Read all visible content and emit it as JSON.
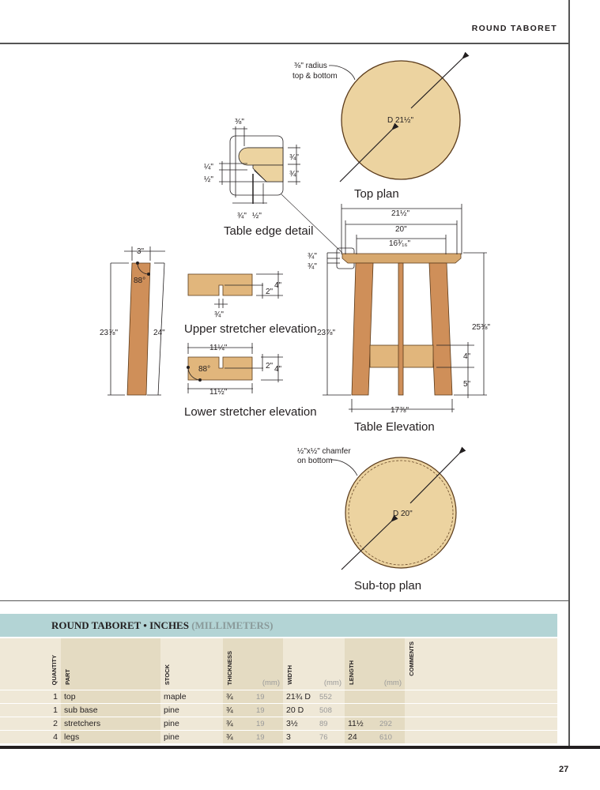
{
  "header": {
    "title": "ROUND TABORET"
  },
  "drawings": {
    "top_plan": {
      "caption": "Top plan",
      "diameter": "D 21½\"",
      "note_line1": "⅜\" radius",
      "note_line2": "top & bottom"
    },
    "edge_detail": {
      "caption": "Table edge detail",
      "d_top": "⅜\"",
      "d_q1": "¼\"",
      "d_h1": "½\"",
      "d_r1": "¾\"",
      "d_r2": "¾\"",
      "d_b1": "¾\"",
      "d_b2": "½\""
    },
    "elevation": {
      "caption": "Table Elevation",
      "w1": "21½\"",
      "w2": "20\"",
      "w3": "16³⁄₁₆\"",
      "t1": "¾\"",
      "t2": "¾\"",
      "h_leg": "23⅞\"",
      "h_total": "25⅜\"",
      "stretch_h": "4\"",
      "stretch_off": "5\"",
      "base": "17⅞\""
    },
    "leg": {
      "width": "3\"",
      "angle": "88°",
      "h_inner": "23⅞\"",
      "h_outer": "24\""
    },
    "upper_stretcher": {
      "caption": "Upper stretcher elevation",
      "slot_depth": "2\"",
      "height": "4\"",
      "slot_width": "¾\""
    },
    "lower_stretcher": {
      "caption": "Lower stretcher elevation",
      "top_len": "11¼\"",
      "bottom_len": "11½\"",
      "angle": "88°",
      "slot_depth": "2\"",
      "height": "4\""
    },
    "sub_top": {
      "caption": "Sub-top plan",
      "diameter": "D 20\"",
      "note_line1": "½\"x½\" chamfer",
      "note_line2": "on bottom"
    }
  },
  "cutlist": {
    "title": "ROUND TABORET • INCHES",
    "title_units": "(MILLIMETERS)",
    "columns": {
      "quantity": "QUANTITY",
      "part": "PART",
      "stock": "STOCK",
      "thickness": "THICKNESS",
      "width": "WIDTH",
      "length": "LENGTH",
      "comments": "COMMENTS",
      "mm": "(mm)"
    },
    "rows": [
      {
        "qty": "1",
        "part": "top",
        "stock": "maple",
        "t": "¾",
        "t_mm": "19",
        "w": "21¾ D",
        "w_mm": "552",
        "l": "",
        "l_mm": ""
      },
      {
        "qty": "1",
        "part": "sub base",
        "stock": "pine",
        "t": "¾",
        "t_mm": "19",
        "w": "20 D",
        "w_mm": "508",
        "l": "",
        "l_mm": ""
      },
      {
        "qty": "2",
        "part": "stretchers",
        "stock": "pine",
        "t": "¾",
        "t_mm": "19",
        "w": "3½",
        "w_mm": "89",
        "l": "11½",
        "l_mm": "292"
      },
      {
        "qty": "4",
        "part": "legs",
        "stock": "pine",
        "t": "¾",
        "t_mm": "19",
        "w": "3",
        "w_mm": "76",
        "l": "24",
        "l_mm": "610"
      }
    ]
  },
  "footer": {
    "page_number": "27"
  }
}
